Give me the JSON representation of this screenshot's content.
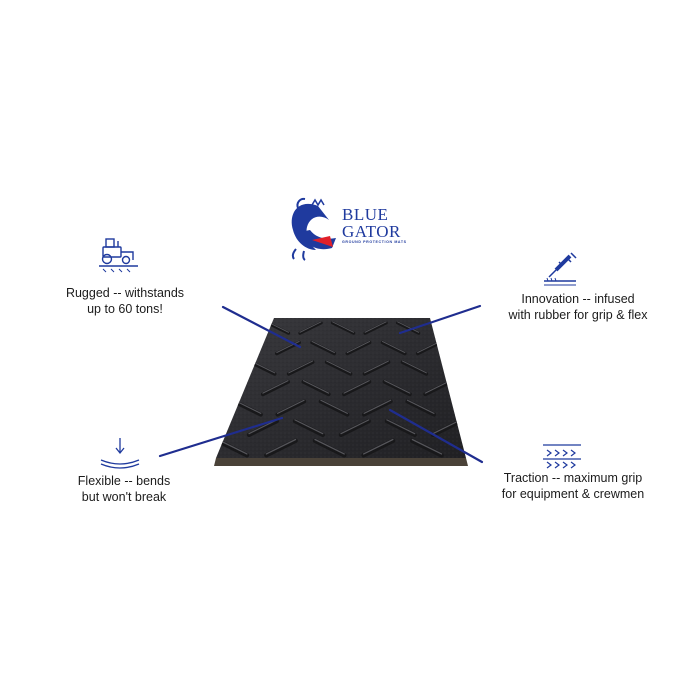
{
  "brand": {
    "line1": "BLUE",
    "line2": "GATOR",
    "tagline": "GROUND PROTECTION MATS",
    "primary_color": "#1f3a9e",
    "accent_color": "#e0202a"
  },
  "product": {
    "name": "ground-protection-mat",
    "mat_color": "#2b2b2e",
    "callout_color": "#1f2d8f"
  },
  "callouts": [
    {
      "id": "rugged",
      "icon": "tractor-icon",
      "line1": "Rugged -- withstands",
      "line2": "up to 60 tons!"
    },
    {
      "id": "flexible",
      "icon": "bend-arrow-icon",
      "line1": "Flexible -- bends",
      "line2": "but won't break"
    },
    {
      "id": "innovation",
      "icon": "syringe-icon",
      "line1": "Innovation --  infused",
      "line2": "with rubber for grip & flex"
    },
    {
      "id": "traction",
      "icon": "tread-chevrons-icon",
      "line1": "Traction -- maximum grip",
      "line2": "for equipment & crewmen"
    }
  ]
}
